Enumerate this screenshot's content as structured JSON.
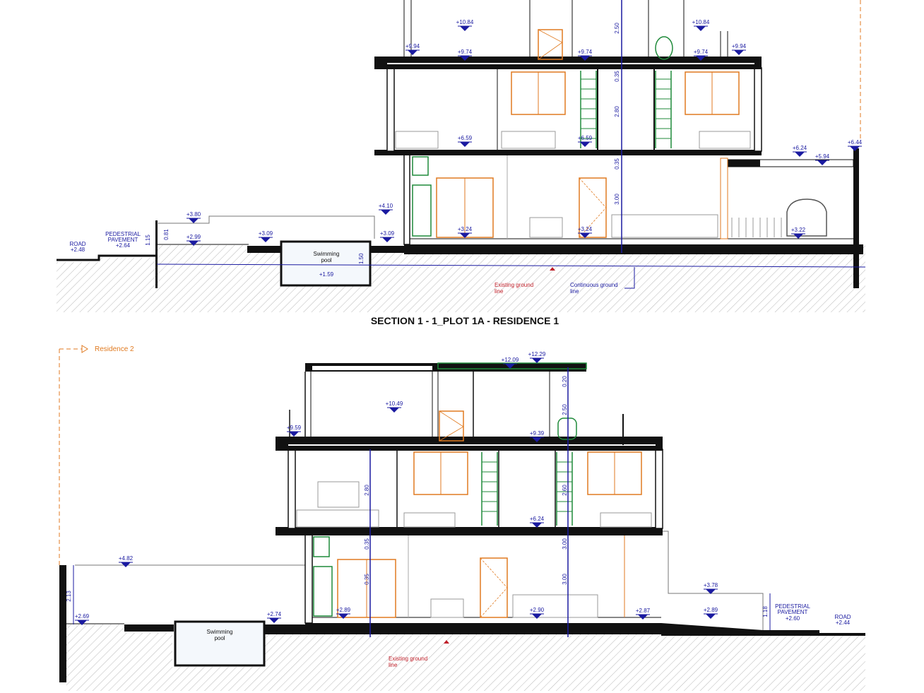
{
  "section_title": "SECTION 1 - 1_PLOT 1A - RESIDENCE 1",
  "residence_link": "Residence 2",
  "colors": {
    "slab": "#111111",
    "level": "#1a1aa0",
    "ground_note": "#c0202a",
    "door": "#e07a20",
    "stair": "#1f8a3a"
  },
  "top": {
    "road": {
      "label": "ROAD",
      "value": "+2.48"
    },
    "pavement": {
      "label_1": "PEDESTRIAL",
      "label_2": "PAVEMENT",
      "value": "+2.64"
    },
    "pool": {
      "label_1": "Swimming",
      "label_2": "pool",
      "bottom": "+1.59",
      "depth": "1.50"
    },
    "ground_line": {
      "line_1": "Existing ground",
      "line_2": "line"
    },
    "continuous_line": {
      "line_1": "Continuous ground",
      "line_2": "line"
    },
    "levels": [
      "+10.84",
      "+10.84",
      "+9.94",
      "+9.74",
      "+9.74",
      "+9.74",
      "+9.94",
      "+6.59",
      "+6.59",
      "+6.24",
      "+5.94",
      "+6.44",
      "+4.10",
      "+3.80",
      "+3.09",
      "+3.09",
      "+2.99",
      "+3.24",
      "+3.24",
      "+3.22"
    ],
    "dims": [
      "2.50",
      "0.35",
      "2.80",
      "0.35",
      "3.00",
      "1.15",
      "0.81"
    ]
  },
  "bottom": {
    "road": {
      "label": "ROAD",
      "value": "+2.44"
    },
    "pavement": {
      "label_1": "PEDESTRIAL",
      "label_2": "PAVEMENT",
      "value": "+2.60"
    },
    "pool": {
      "label_1": "Swimming",
      "label_2": "pool"
    },
    "ground_line": {
      "line_1": "Existing ground",
      "line_2": "line"
    },
    "levels": [
      "+12.09",
      "+12.29",
      "+10.49",
      "+9.59",
      "+9.39",
      "+6.24",
      "+4.82",
      "+3.78",
      "+2.69",
      "+2.74",
      "+2.89",
      "+2.90",
      "+2.87",
      "+2.89"
    ],
    "dims": [
      "0.20",
      "2.50",
      "2.80",
      "2.60",
      "0.35",
      "3.00",
      "0.35",
      "3.00",
      "2.13",
      "1.18"
    ]
  }
}
